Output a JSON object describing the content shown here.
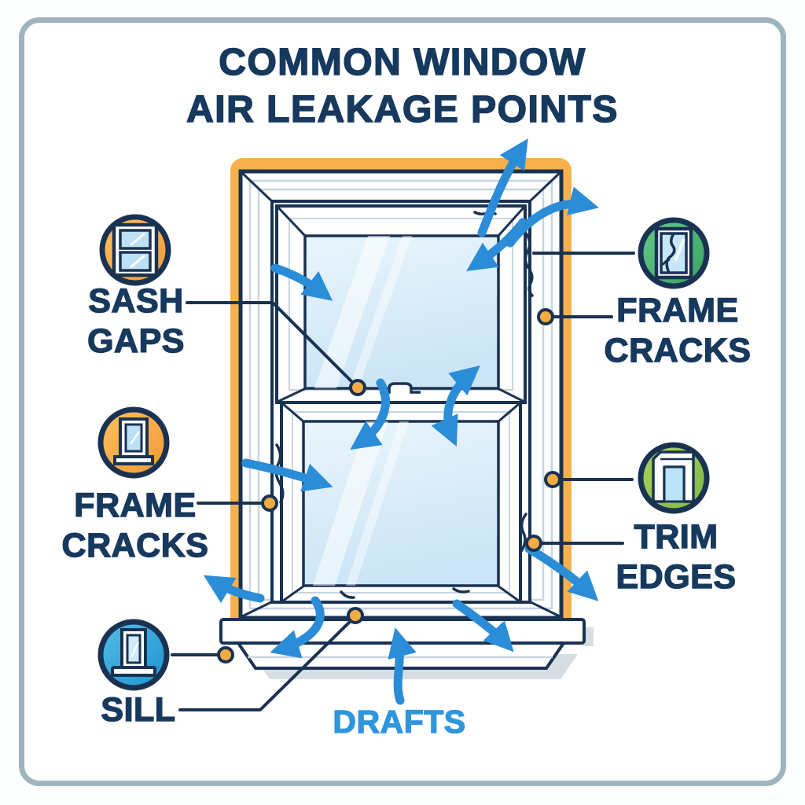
{
  "title": {
    "line1": "COMMON WINDOW",
    "line2": "AIR LEAKAGE POINTS"
  },
  "callouts": {
    "sash_gaps": {
      "line1": "SASH",
      "line2": "GAPS",
      "icon": "double-hung-window-icon",
      "icon_color": "#F5A843"
    },
    "frame_cracks_left": {
      "line1": "FRAME",
      "line2": "CRACKS",
      "icon": "window-on-sill-icon",
      "icon_color": "#F5A843"
    },
    "sill": {
      "line1": "SILL",
      "icon": "window-sill-icon",
      "icon_color": "#2CA4DC"
    },
    "frame_cracks_right": {
      "line1": "FRAME",
      "line2": "CRACKS",
      "icon": "cracked-pane-icon",
      "icon_color": "#45B273"
    },
    "trim_edges": {
      "line1": "TRIM",
      "line2": "EDGES",
      "icon": "trim-corner-icon",
      "icon_color": "#8CC44E"
    },
    "drafts": {
      "line1": "DRAFTS",
      "color": "#2E96DC"
    }
  },
  "colors": {
    "text_navy": "#17395E",
    "outline_navy": "#1A3252",
    "arrow_blue": "#2B8CD8",
    "caulk_orange": "#F6B14D",
    "leak_dot_orange": "#F3AC44",
    "glass_blue": "#D9ECF9",
    "card_border_gray": "#9EB5C0"
  }
}
